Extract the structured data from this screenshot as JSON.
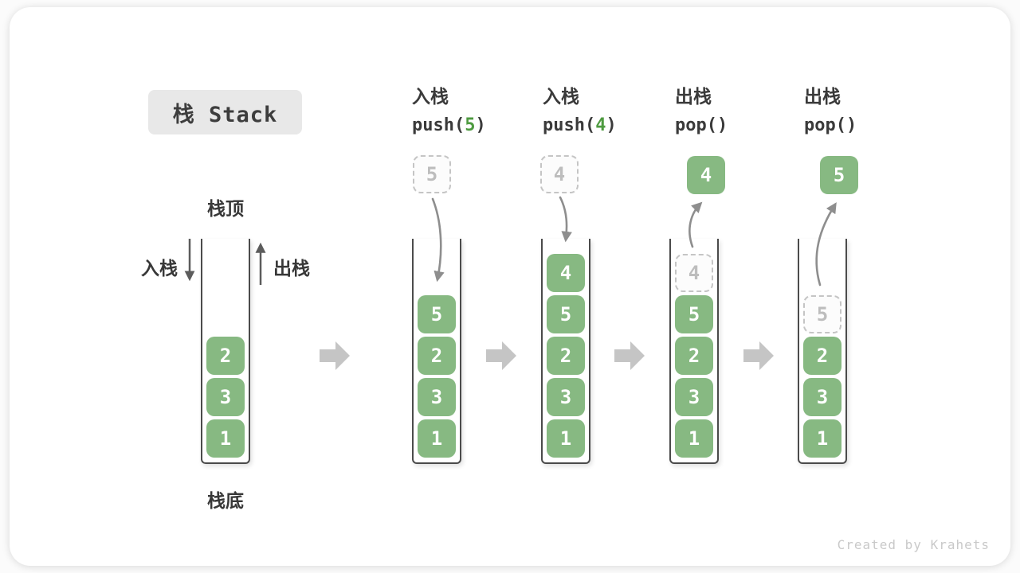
{
  "title_box": "栈 Stack",
  "labels": {
    "stack_top": "栈顶",
    "stack_bottom": "栈底",
    "push_side": "入栈",
    "pop_side": "出栈"
  },
  "watermark": "Created by Krahets",
  "colors": {
    "cell_green": "#87b982",
    "code_value_green": "#4e9b40",
    "text_dark": "#3a3a3a",
    "curved_arrow_gray": "#8e8e8e",
    "block_arrow_gray": "#c5c5c5",
    "ghost_border_gray": "#c5c5c5",
    "title_bg": "#e8e8e8"
  },
  "columns": [
    {
      "name": "initial-stack",
      "items": [
        "2",
        "3",
        "1"
      ]
    },
    {
      "name": "push-5",
      "header": {
        "cn": "入栈",
        "code_pre": "push(",
        "code_val": "5",
        "code_post": ")"
      },
      "floating": "5",
      "items": [
        "5",
        "2",
        "3",
        "1"
      ]
    },
    {
      "name": "push-4",
      "header": {
        "cn": "入栈",
        "code_pre": "push(",
        "code_val": "4",
        "code_post": ")"
      },
      "floating": "4",
      "items": [
        "4",
        "5",
        "2",
        "3",
        "1"
      ]
    },
    {
      "name": "pop-4",
      "header": {
        "cn": "出栈",
        "code_pre": "pop(",
        "code_val": "",
        "code_post": ")"
      },
      "floating": "4",
      "ghost": "4",
      "items": [
        "5",
        "2",
        "3",
        "1"
      ]
    },
    {
      "name": "pop-5",
      "header": {
        "cn": "出栈",
        "code_pre": "pop(",
        "code_val": "",
        "code_post": ")"
      },
      "floating": "5",
      "ghost": "5",
      "items": [
        "2",
        "3",
        "1"
      ]
    }
  ]
}
